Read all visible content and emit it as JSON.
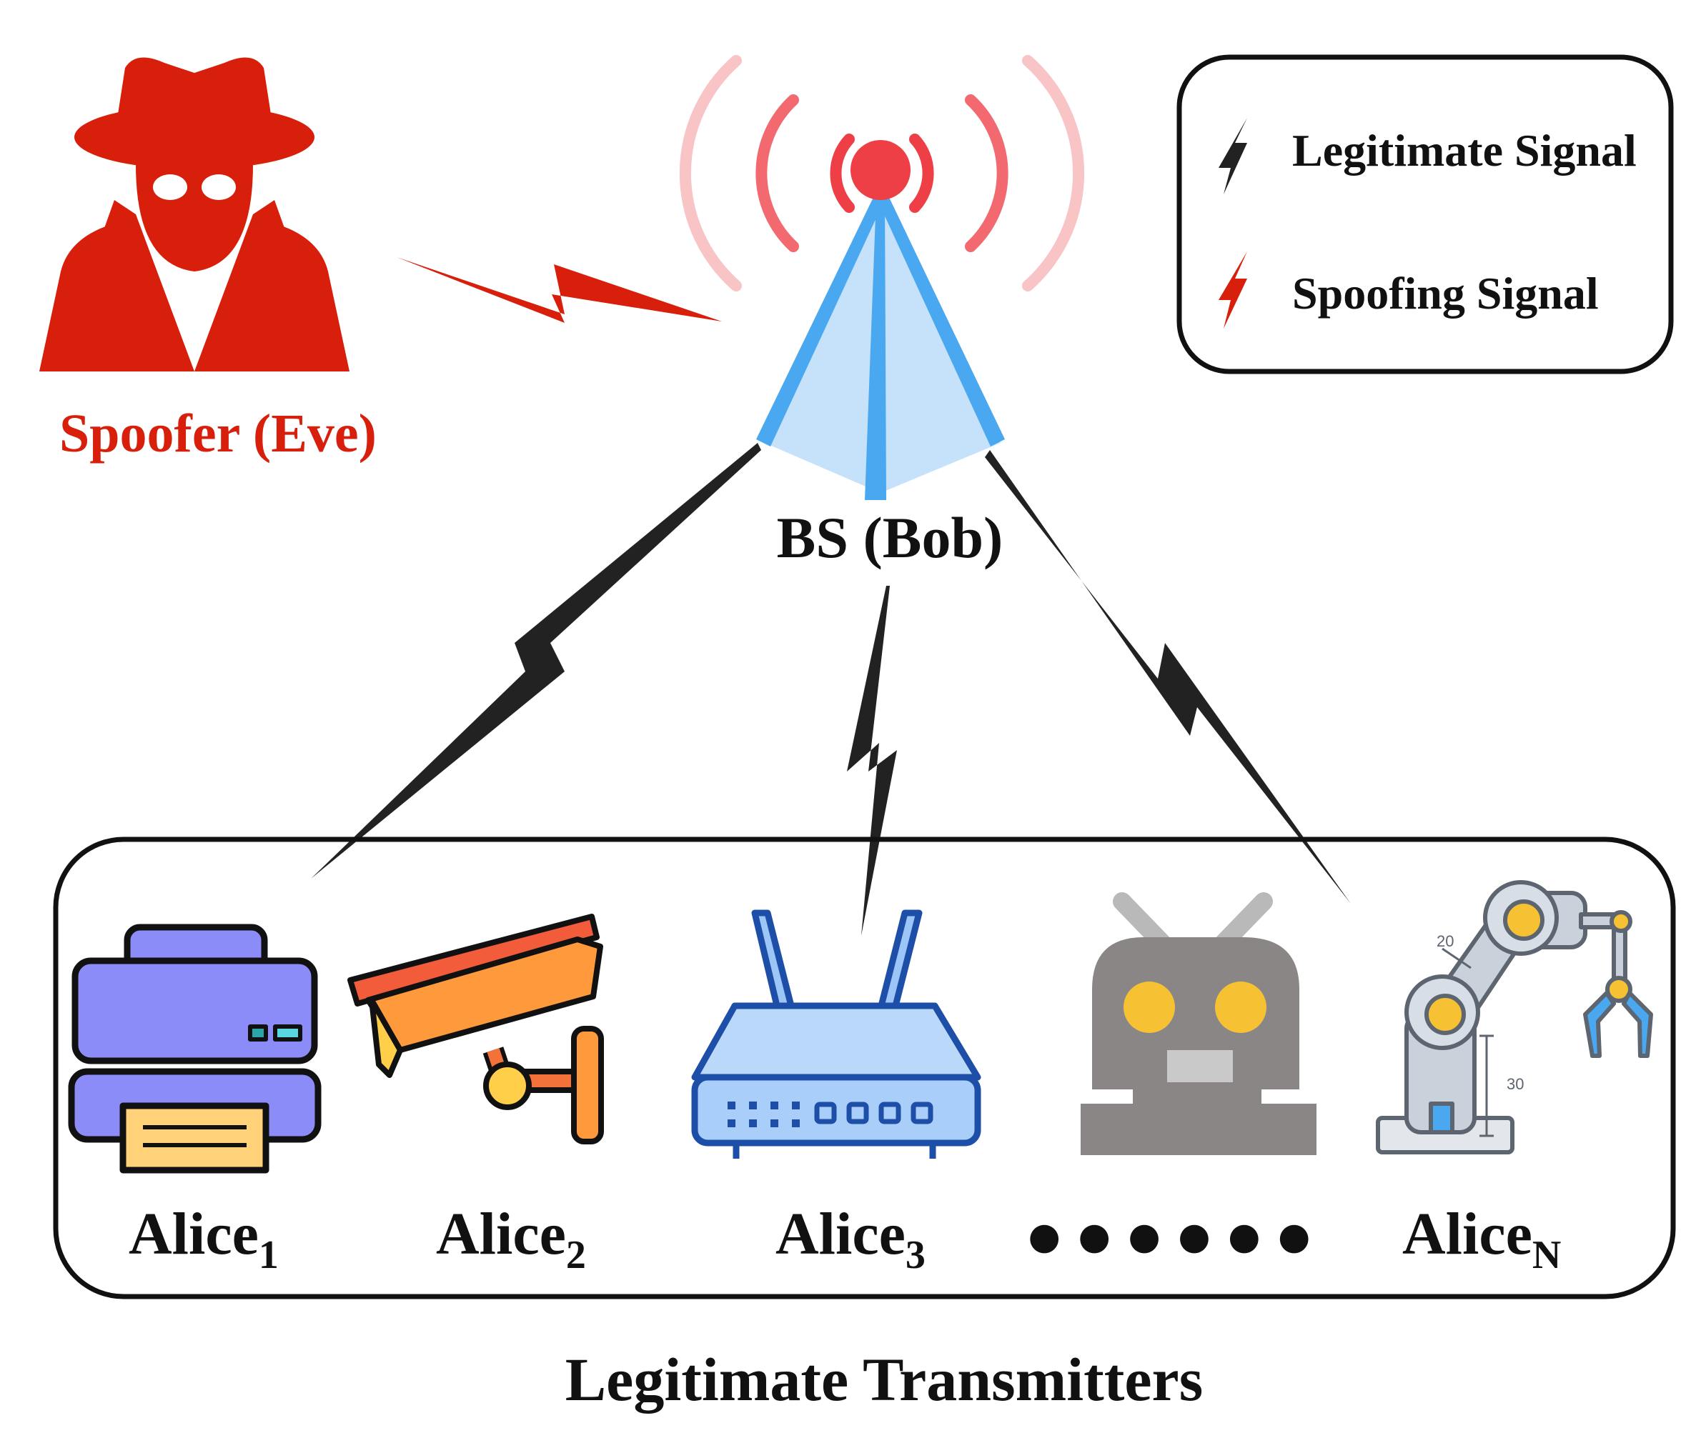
{
  "spoofer": {
    "label": "Spoofer (Eve)",
    "icon": "spy-icon",
    "color": "#d71f0b"
  },
  "base_station": {
    "label": "BS (Bob)",
    "icon": "antenna-tower-icon",
    "wave_color": "#f0474f",
    "beam_color": "#4aa8f0"
  },
  "legend": {
    "items": [
      {
        "label": "Legitimate Signal",
        "icon": "black-lightning-icon",
        "color": "#222222"
      },
      {
        "label": "Spoofing Signal",
        "icon": "red-lightning-icon",
        "color": "#d71f0b"
      }
    ]
  },
  "transmitters": {
    "group_label": "Legitimate Transmitters",
    "items": [
      {
        "name": "Alice",
        "sub": "1",
        "icon": "printer-icon"
      },
      {
        "name": "Alice",
        "sub": "2",
        "icon": "security-camera-icon"
      },
      {
        "name": "Alice",
        "sub": "3",
        "icon": "wifi-router-icon"
      },
      {
        "name": "Alice",
        "sub": "N",
        "icon": "robot-arm-icon"
      }
    ],
    "extra_icon": "robot-head-icon",
    "ellipsis": "● ● ● ● ● ●",
    "arm_dims": [
      "20",
      "30"
    ]
  }
}
